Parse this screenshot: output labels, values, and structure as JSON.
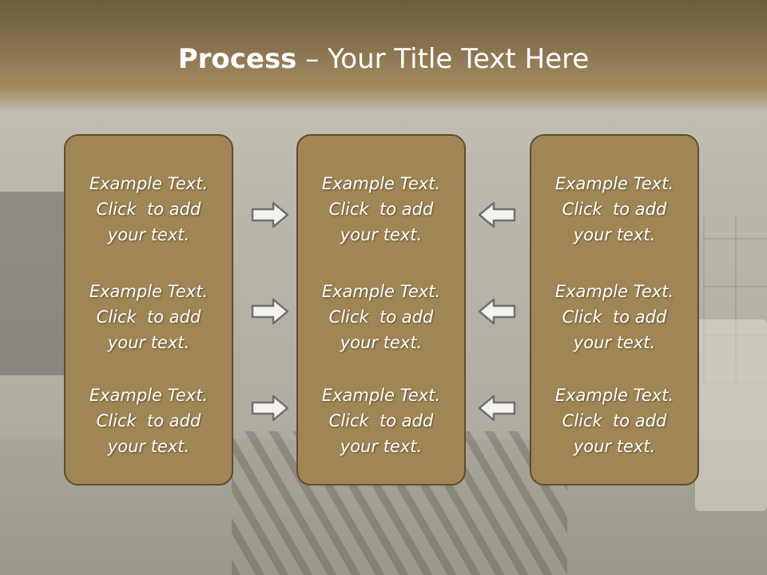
{
  "slide": {
    "title_bold": "Process",
    "title_rest": " – Your Title Text Here"
  },
  "columns": [
    {
      "items": [
        [
          "Example Text.",
          "Click  to add",
          "your text."
        ],
        [
          "Example Text.",
          "Click  to add",
          "your text."
        ],
        [
          "Example Text.",
          "Click  to add",
          "your text."
        ]
      ]
    },
    {
      "items": [
        [
          "Example Text.",
          "Click  to add",
          "your text."
        ],
        [
          "Example Text.",
          "Click  to add",
          "your text."
        ],
        [
          "Example Text.",
          "Click  to add",
          "your text."
        ]
      ]
    },
    {
      "items": [
        [
          "Example Text.",
          "Click  to add",
          "your text."
        ],
        [
          "Example Text.",
          "Click  to add",
          "your text."
        ],
        [
          "Example Text.",
          "Click  to add",
          "your text."
        ]
      ]
    }
  ],
  "arrows": {
    "left_group": "right-arrow-icon",
    "right_group": "left-arrow-icon"
  },
  "colors": {
    "box_fill": "#a08654",
    "box_border": "#5e4d2f",
    "header": "#8a7450"
  }
}
